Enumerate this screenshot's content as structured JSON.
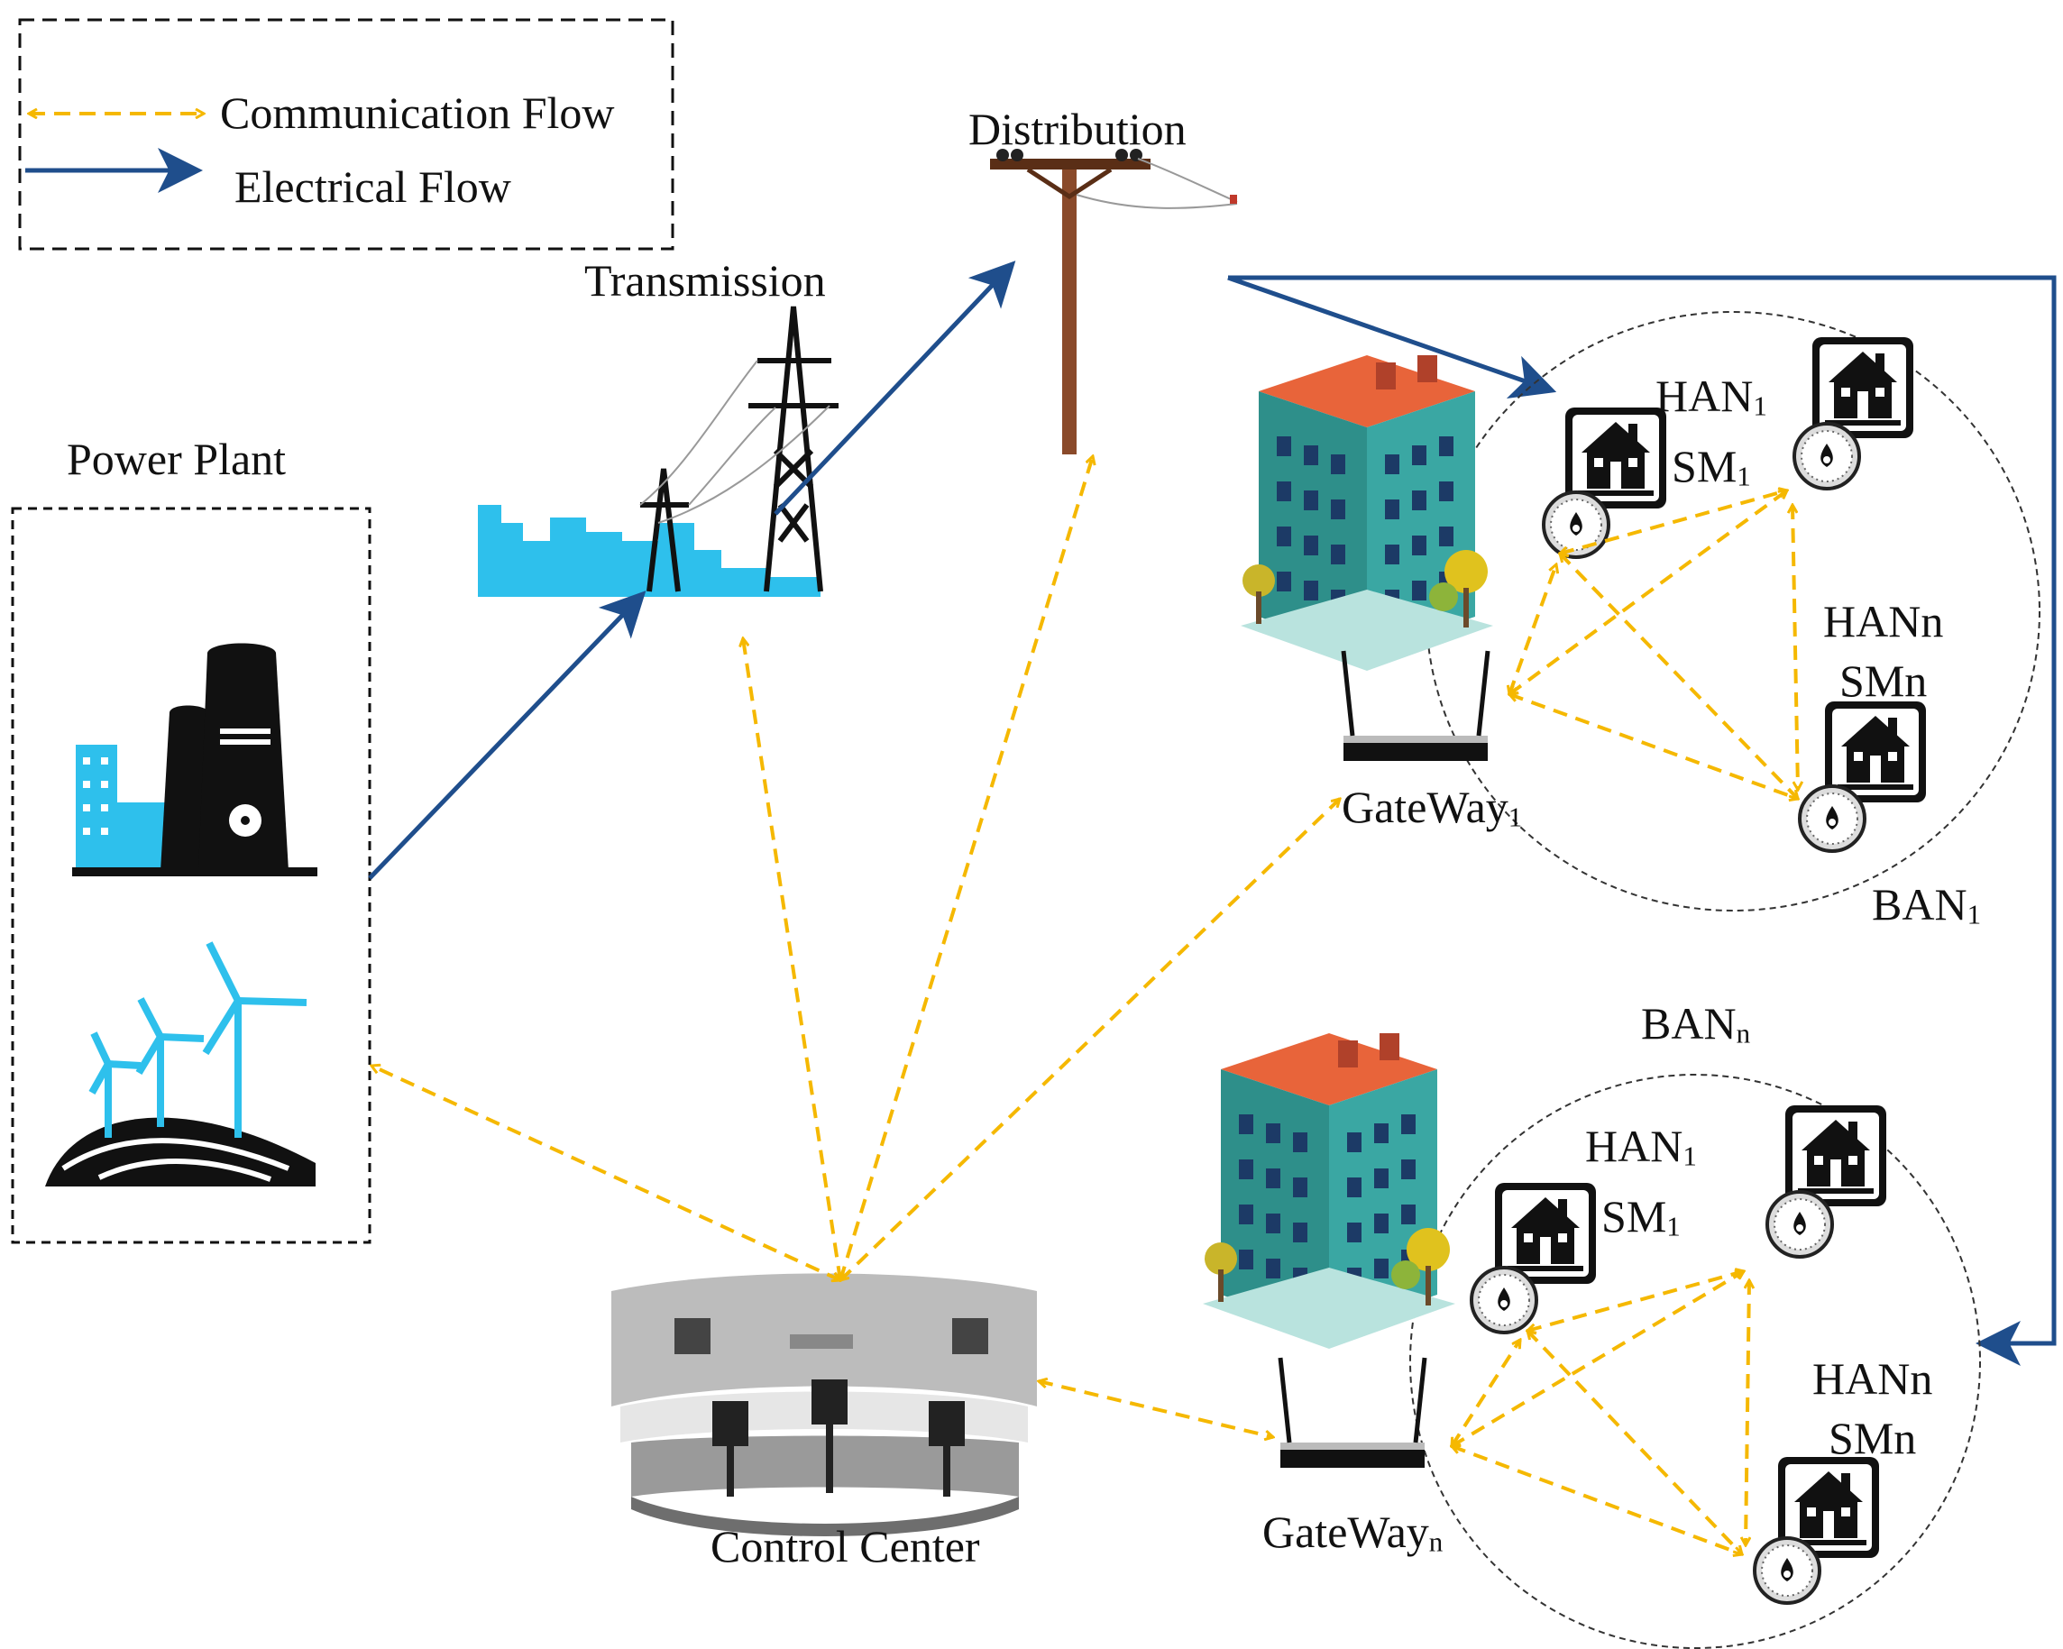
{
  "colors": {
    "communication": "#F5B800",
    "electrical": "#1F4E8C",
    "sky_blue": "#2EC0EC",
    "building_teal": "#3AA7A3",
    "roof": "#E8643A"
  },
  "legend": {
    "communication_label": "Communication Flow",
    "electrical_label": "Electrical  Flow"
  },
  "nodes": {
    "power_plant": "Power Plant",
    "transmission": "Transmission",
    "distribution": "Distribution",
    "control_center": "Control Center",
    "gateway_1": {
      "base": "GateWay",
      "sub": "1"
    },
    "gateway_n": {
      "base": "GateWay",
      "sub": "n"
    },
    "ban_1": {
      "base": "BAN",
      "sub": "1"
    },
    "ban_n": {
      "base": "BAN",
      "sub": "n"
    }
  },
  "ban1": {
    "han1_label": "HAN",
    "han1_sub": "1",
    "sm1_label": "SM",
    "sm1_sub": "1",
    "hann_label": "HANn",
    "smn_label": "SMn"
  },
  "bann": {
    "han1_label": "HAN",
    "han1_sub": "1",
    "sm1_label": "SM",
    "sm1_sub": "1",
    "hann_label": "HANn",
    "smn_label": "SMn"
  },
  "icons": {
    "power_plant": [
      "nuclear-plant-icon",
      "wind-farm-icon"
    ],
    "transmission": "transmission-tower-icon",
    "distribution": "utility-pole-icon",
    "building": "apartment-building-icon",
    "gateway": "router-icon",
    "home": "house-icon",
    "meter": "smart-meter-icon",
    "control_center": "control-room-icon"
  }
}
